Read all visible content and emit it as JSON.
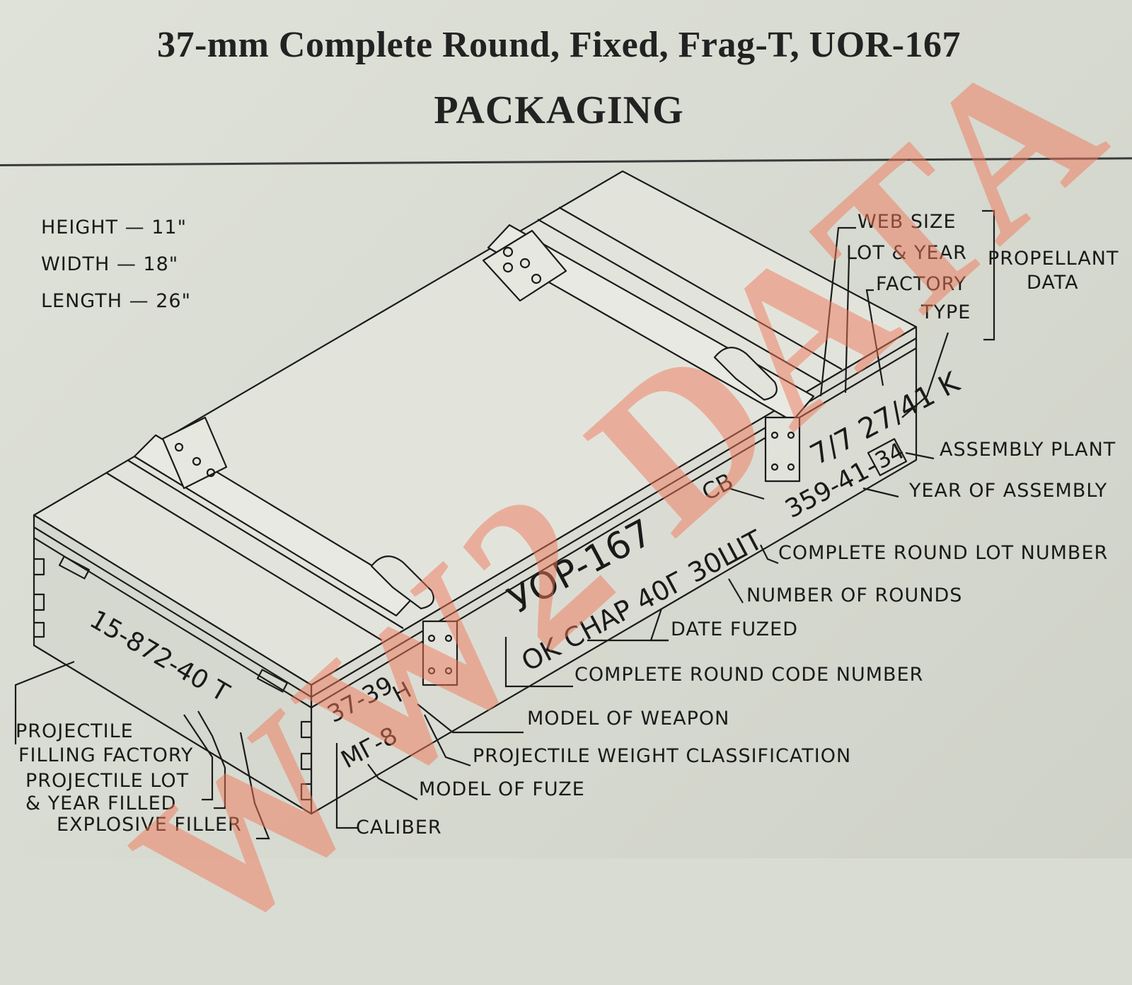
{
  "header": {
    "title": "37-mm Complete Round, Fixed, Frag-T, UOR-167",
    "subtitle": "PACKAGING"
  },
  "dimensions": {
    "height": "HEIGHT — 11\"",
    "width": "WIDTH  — 18\"",
    "length": "LENGTH — 26\""
  },
  "markings": {
    "propellant_code": "7/7 27/41 K",
    "web_size": "7/7",
    "lot_year": "27/41",
    "factory": "K",
    "cb": "CB",
    "round_lot": "359-41-",
    "plant_code": "34",
    "round_name": "УOP-167",
    "load_line": "OK CHAP 40Г 30ШT",
    "side_code": "15-872-40 T",
    "caliber": "37-39",
    "weight_class": "H",
    "fuze": "MГ-8"
  },
  "callouts": {
    "web_size": "WEB SIZE",
    "lot_year": "LOT & YEAR",
    "factory": "FACTORY",
    "type": "TYPE",
    "propellant_data": [
      "PROPELLANT",
      "DATA"
    ],
    "assembly_plant": "ASSEMBLY PLANT",
    "year_of_assembly": "YEAR OF ASSEMBLY",
    "complete_round_lot_number": "COMPLETE ROUND LOT NUMBER",
    "number_of_rounds": "NUMBER OF ROUNDS",
    "date_fuzed": "DATE FUZED",
    "complete_round_code_number": "COMPLETE ROUND CODE NUMBER",
    "model_of_weapon": "MODEL OF WEAPON",
    "projectile_weight_classification": "PROJECTILE WEIGHT CLASSIFICATION",
    "model_of_fuze": "MODEL OF FUZE",
    "caliber": "CALIBER",
    "projectile_filling_factory": [
      "PROJECTILE",
      "FILLING FACTORY"
    ],
    "projectile_lot_year_filled": [
      "PROJECTILE LOT",
      "& YEAR FILLED"
    ],
    "explosive_filler": "EXPLOSIVE FILLER"
  },
  "watermark": "WW2 DATA",
  "colors": {
    "paper": "#d9dcd3",
    "ink": "#1d1d1d",
    "watermark": "#f08a6a"
  }
}
